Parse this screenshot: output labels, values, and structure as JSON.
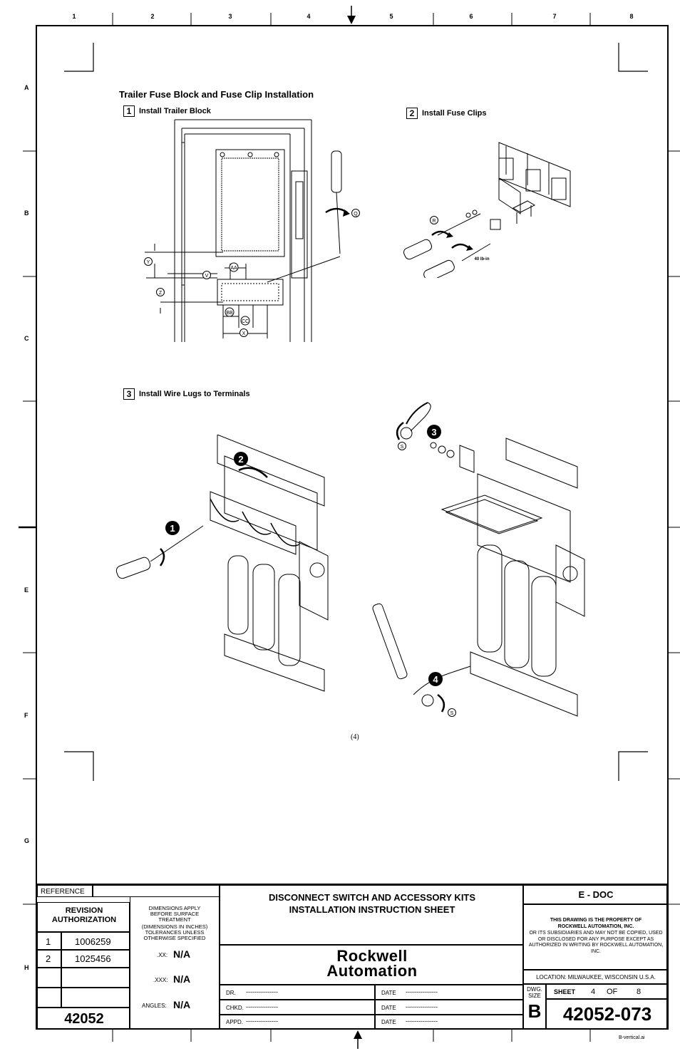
{
  "zones": {
    "columns": [
      "1",
      "2",
      "3",
      "4",
      "5",
      "6",
      "7",
      "8"
    ],
    "rows": [
      "A",
      "B",
      "C",
      "E",
      "F",
      "G",
      "H"
    ]
  },
  "drawing": {
    "section_title": "Trailer Fuse Block and Fuse Clip Installation",
    "steps": [
      {
        "num": "1",
        "label": "Install Trailer Block"
      },
      {
        "num": "2",
        "label": "Install Fuse Clips"
      },
      {
        "num": "3",
        "label": "Install Wire Lugs to Terminals"
      }
    ],
    "callouts_step1": [
      "Q",
      "Y",
      "V",
      "AA",
      "Z",
      "BB",
      "CC",
      "X"
    ],
    "callouts_step2": [
      "R",
      "40 lb-in"
    ],
    "callouts_step3": [
      "1",
      "2",
      "3",
      "4",
      "S",
      "S"
    ],
    "page_number": "(4)"
  },
  "title_block": {
    "reference_label": "REFERENCE",
    "revision_authorization": "REVISION AUTHORIZATION",
    "revisions": [
      {
        "rev": "1",
        "auth": "1006259"
      },
      {
        "rev": "2",
        "auth": "1025456"
      }
    ],
    "reference_number": "42052",
    "dim_note_1": "DIMENSIONS APPLY BEFORE SURFACE TREATMENT",
    "dim_note_2": "(DIMENSIONS IN INCHES) TOLERANCES UNLESS OTHERWISE SPECIFIED",
    "tol_xx_label": ".XX:",
    "tol_xx_value": "N/A",
    "tol_xxx_label": ".XXX:",
    "tol_xxx_value": "N/A",
    "angles_label": "ANGLES:",
    "angles_value": "N/A",
    "title_line1": "DISCONNECT SWITCH AND ACCESSORY KITS",
    "title_line2": "INSTALLATION INSTRUCTION SHEET",
    "company_line1": "Rockwell",
    "company_line2": "Automation",
    "dr_label": "DR.",
    "chkd_label": "CHKD.",
    "appd_label": "APPD.",
    "date_label": "DATE",
    "blank_value": "---------------",
    "doc_type": "E - DOC",
    "property_notice_1": "THIS DRAWING IS THE PROPERTY OF ROCKWELL AUTOMATION, INC.",
    "property_notice_2": "OR ITS SUBSIDIARIES AND MAY NOT BE COPIED, USED OR DISCLOSED FOR ANY PURPOSE EXCEPT AS AUTHORIZED IN WRITING BY ROCKWELL AUTOMATION, INC.",
    "location": "LOCATION:  MILWAUKEE,  WISCONSIN  U.S.A.",
    "dwg_size_label": "DWG. SIZE",
    "dwg_size": "B",
    "sheet_label": "SHEET",
    "sheet_num": "4",
    "of_label": "OF",
    "sheet_total": "8",
    "drawing_number": "42052-073",
    "file_name": "B-vertical.ai"
  }
}
